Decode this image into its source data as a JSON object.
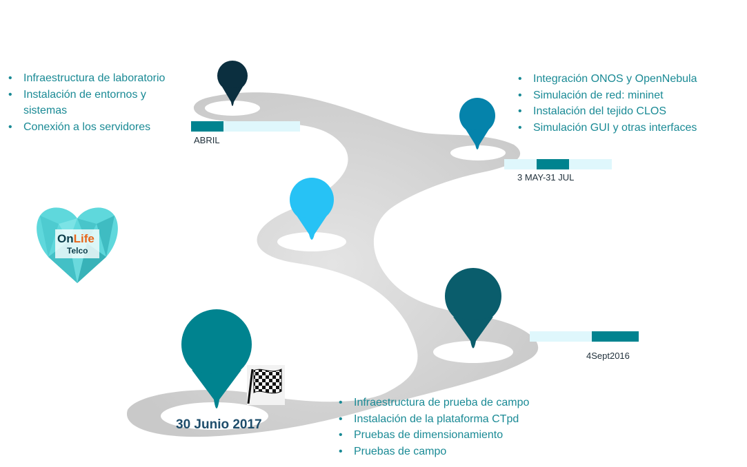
{
  "milestones": {
    "abril": {
      "bullets": [
        "Infraestructura de laboratorio",
        "Instalación de entornos y sistemas",
        "Conexión a los servidores"
      ],
      "date": "ABRIL",
      "pin_color": "#0b2f3f"
    },
    "mayo_julio": {
      "bullets": [
        "Integración ONOS y OpenNebula",
        "Simulación de red: mininet",
        "Instalación del tejido CLOS",
        "Simulación GUI y otras interfaces"
      ],
      "date": "3 MAY-31 JUL",
      "pin_color": "#0583ab"
    },
    "middle": {
      "pin_color": "#27c2f5"
    },
    "septiembre": {
      "date": "4Sept2016",
      "pin_color": "#0a5d6c"
    },
    "final": {
      "bullets": [
        "Infraestructura de prueba de campo",
        "Instalación de la plataforma CTpd",
        "Pruebas de dimensionamiento",
        "Pruebas de campo"
      ],
      "date": "30 Junio 2017",
      "pin_color": "#00838f",
      "flag_icon": "checkered-flag-icon"
    }
  },
  "logo": {
    "brand_on": "On",
    "brand_life": "Life",
    "brand_sub": "Telco",
    "icon": "heart-logo-icon"
  },
  "colors": {
    "road": "#d9d9d9",
    "text": "#1a8a95",
    "bar_bg": "#dff7fc",
    "bar_fill": "#00838f"
  }
}
